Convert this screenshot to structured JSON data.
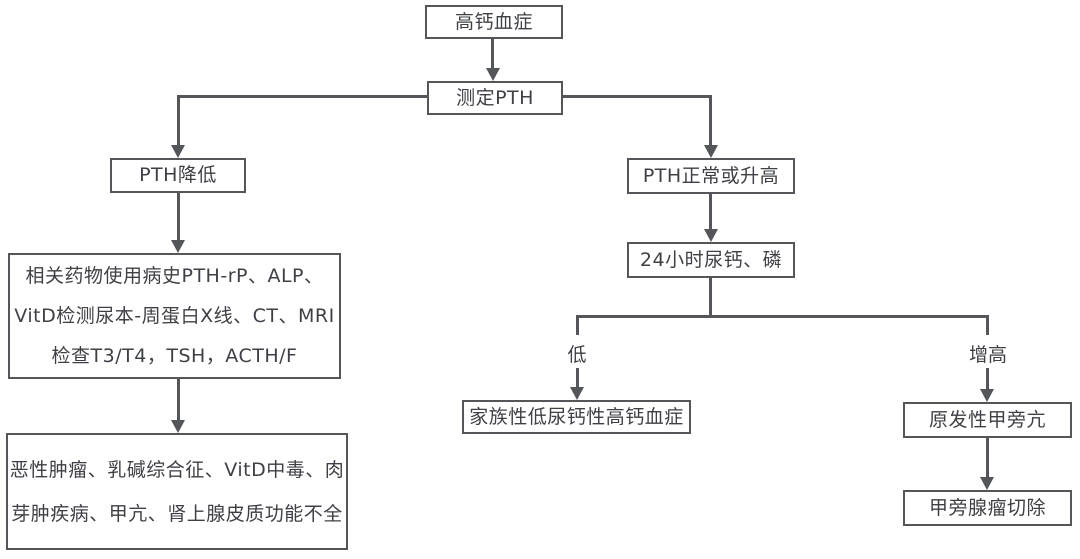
{
  "diagram": {
    "colors": {
      "line": "#55565a",
      "text": "#3f4045",
      "background": "#ffffff"
    },
    "nodes": {
      "hypercalcemia": "高钙血症",
      "measure_pth": "测定PTH",
      "pth_low": "PTH降低",
      "workup": {
        "line1": "相关药物使用病史PTH-rP、ALP、",
        "line2": "VitD检测尿本-周蛋白X线、CT、MRI",
        "line3": "检查T3/T4，TSH，ACTH/F"
      },
      "ddx": {
        "line1": "恶性肿瘤、乳碱综合征、VitD中毒、肉",
        "line2": "芽肿疾病、甲亢、肾上腺皮质功能不全"
      },
      "pth_normal_high": "PTH正常或升高",
      "urine_calcium_phosphorus": "24小时尿钙、磷",
      "fhh": "家族性低尿钙性高钙血症",
      "primary_hyperparathyroidism": "原发性甲旁亢",
      "parathyroid_adenoma_resection": "甲旁腺瘤切除"
    },
    "branch_labels": {
      "low": "低",
      "increased": "增高"
    }
  }
}
